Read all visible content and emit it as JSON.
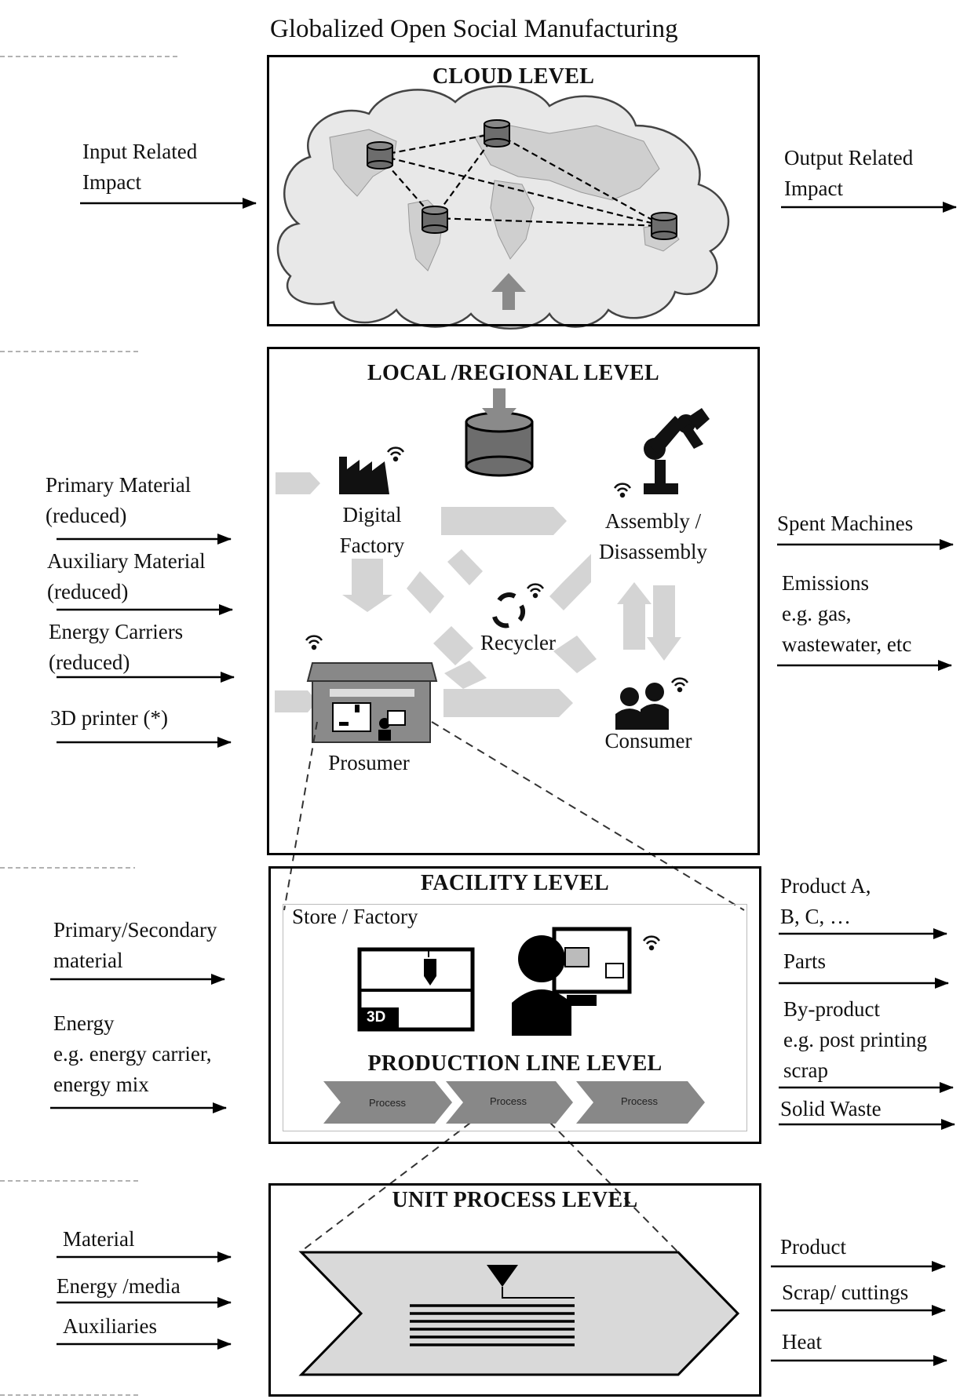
{
  "title": "Globalized Open Social Manufacturing",
  "levels": {
    "cloud": {
      "heading": "CLOUD LEVEL",
      "input": "Input Related\nImpact",
      "output": "Output Related\nImpact"
    },
    "regional": {
      "heading": "LOCAL /REGIONAL LEVEL",
      "nodes": {
        "digital_factory": "Digital\nFactory",
        "assembly": "Assembly /\nDisassembly",
        "recycler": "Recycler",
        "prosumer": "Prosumer",
        "consumer": "Consumer"
      },
      "inputs": [
        "Primary Material\n(reduced)",
        "Auxiliary Material\n(reduced)",
        "Energy Carriers\n(reduced)",
        "3D printer (*)"
      ],
      "outputs": [
        "Spent Machines",
        "Emissions\ne.g. gas,\nwastewater, etc"
      ]
    },
    "facility": {
      "heading": "FACILITY LEVEL",
      "store_label": "Store / Factory",
      "printer_badge": "3D",
      "production_heading": "PRODUCTION LINE LEVEL",
      "processes": [
        "Process",
        "Process",
        "Process"
      ],
      "inputs": [
        "Primary/Secondary\nmaterial",
        "Energy\ne.g. energy carrier,\nenergy mix"
      ],
      "outputs": [
        "Product A,\nB, C, …",
        "Parts",
        "By-product\ne.g. post printing\nscrap",
        "Solid Waste"
      ]
    },
    "unit": {
      "heading": "UNIT PROCESS LEVEL",
      "inputs": [
        "Material",
        "Energy /media",
        "Auxiliaries"
      ],
      "outputs": [
        "Product",
        "Scrap/ cuttings",
        "Heat"
      ]
    }
  },
  "colors": {
    "arrow": "#000000",
    "flow_arrow": "#d4d4d4",
    "dark_gray": "#6d6d6d",
    "process": "#888888"
  },
  "icons": [
    "cloud-icon",
    "world-map-icon",
    "database-icon",
    "factory-icon",
    "robot-arm-icon",
    "recycle-icon",
    "store-icon",
    "people-icon",
    "wifi-icon",
    "3d-printer-icon",
    "person-computer-icon",
    "nozzle-icon"
  ]
}
